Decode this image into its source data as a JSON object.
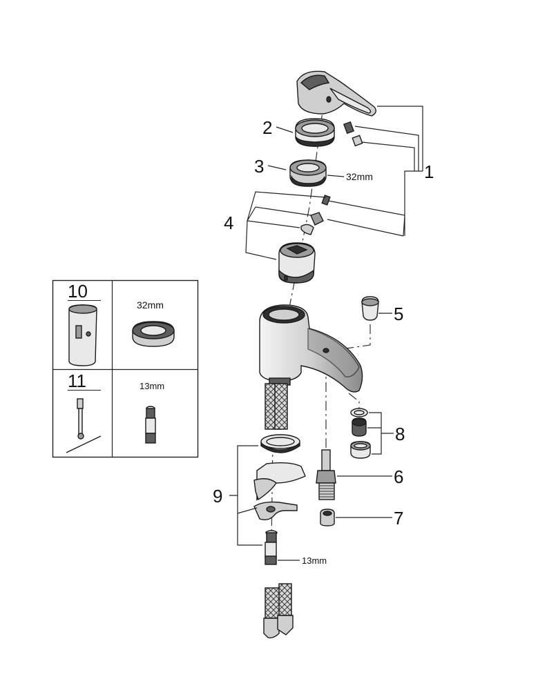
{
  "callouts": {
    "c1": "1",
    "c2": "2",
    "c3": "3",
    "c4": "4",
    "c5": "5",
    "c6": "6",
    "c7": "7",
    "c8": "8",
    "c9": "9"
  },
  "dimensions": {
    "nut_size": "32mm",
    "wrench_size": "13mm"
  },
  "tools_table": {
    "tool_10": {
      "number": "10",
      "size": "32mm"
    },
    "tool_11": {
      "number": "11",
      "size": "13mm"
    }
  },
  "icons": [
    "single-lever-handle",
    "cap-ring",
    "threaded-nut",
    "screw-set",
    "cartridge",
    "faucet-body",
    "plug",
    "aerator-set",
    "fixing-set",
    "bolt",
    "stud",
    "nut",
    "flex-hoses",
    "socket-wrench-tool",
    "t-wrench-tool"
  ]
}
